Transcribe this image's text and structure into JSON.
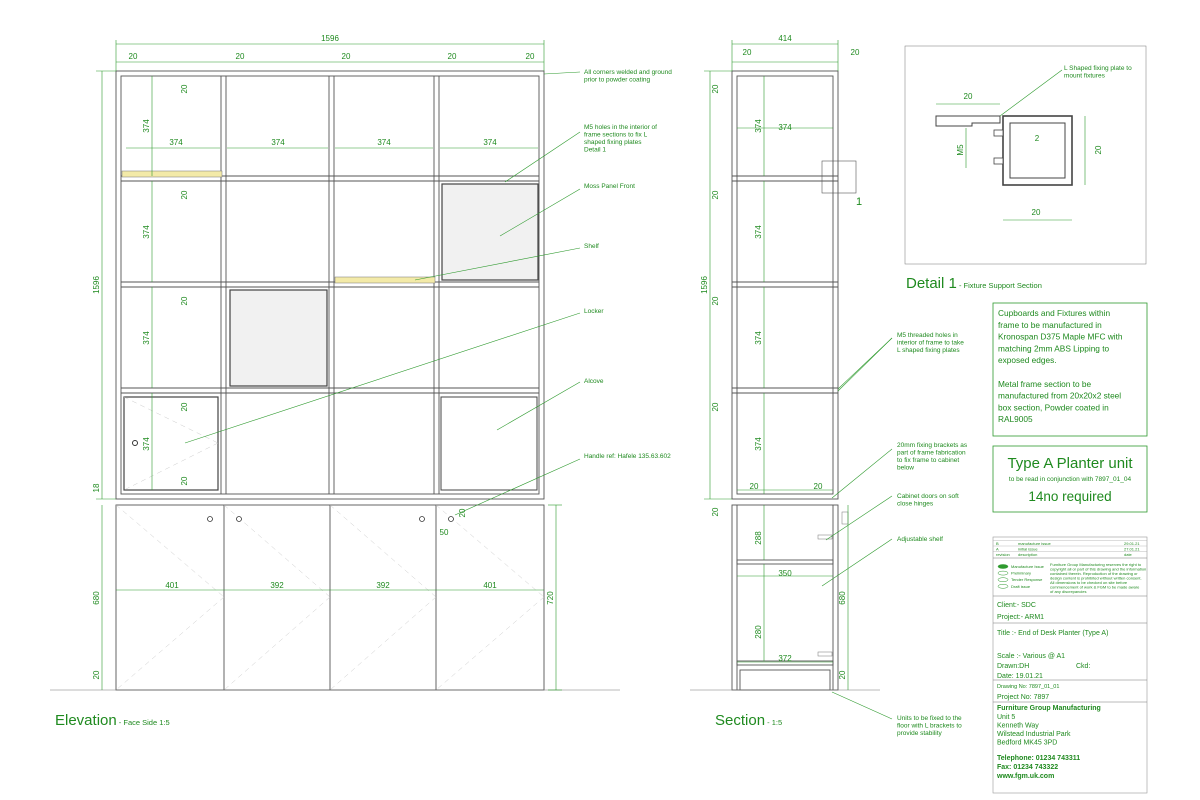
{
  "views": {
    "elevation_title": "Elevation",
    "elevation_scale": " - Face Side 1:5",
    "section_title": "Section",
    "section_scale": " - 1:5",
    "detail_title": "Detail 1",
    "detail_scale": " - Fixture Support Section",
    "detail_marker": "1"
  },
  "notes": {
    "welded": [
      "All corners welded and ground",
      "prior to powder coating"
    ],
    "m5_holes": [
      "M5 holes in the interior of",
      "frame sections to fix L",
      "shaped fixing plates",
      "Detail 1"
    ],
    "moss": [
      "Moss Panel Front"
    ],
    "shelf": [
      "Shelf"
    ],
    "locker": [
      "Locker"
    ],
    "alcove": [
      "Alcove"
    ],
    "handle": [
      "Handle ref: Hafele 135.63.602"
    ],
    "l_plate": [
      "L Shaped fixing plate to",
      "mount fixtures"
    ],
    "m5_threaded": [
      "M5 threaded holes in",
      "interior of frame to take",
      "L shaped fixing plates"
    ],
    "brackets": [
      "20mm fixing brackets as",
      "part of frame fabrication",
      "to fix frame to cabinet",
      "below"
    ],
    "doors": [
      "Cabinet doors on soft",
      "close hinges"
    ],
    "adjustable": [
      "Adjustable shelf"
    ],
    "floor": [
      "Units to be fixed to the",
      "floor with L brackets to",
      "provide stability"
    ]
  },
  "spec": {
    "lines": [
      "Cupboards and Fixtures within",
      "frame to be manufactured in",
      "Kronospan D375 Maple MFC with",
      "matching 2mm ABS Lipping to",
      "exposed edges.",
      "",
      "Metal frame section to be",
      "manufactured from 20x20x2 steel",
      "box section, Powder coated in",
      "RAL9005"
    ]
  },
  "unit": {
    "title": "Type A Planter unit",
    "conjunction": "to be read in conjunction with 7897_01_04",
    "qty": "14no required"
  },
  "revisions": [
    {
      "rev": "B",
      "desc": "manufacture issue",
      "date": "29.01.21"
    },
    {
      "rev": "A",
      "desc": "initial issue",
      "date": "27.01.21"
    },
    {
      "rev": "revision",
      "desc": "description",
      "date": "date"
    }
  ],
  "status": [
    "Manufacture Issue",
    "Preliminary",
    "Tender Response",
    "Draft issue"
  ],
  "disclaimer": [
    "Furniture Group Manufacturing reserves the right to",
    "copyright all or part of this drawing and the information",
    "contained therein. Reproduction of the drawing or",
    "design content is prohibited without written consent.",
    "All dimensions to be checked on site before",
    "commencement of work & FGM to be made aware",
    "of any discrepancies"
  ],
  "titleblock": {
    "client": "Client:- SDC",
    "project": "Project:-  ARM1",
    "title": "Title :- End of Desk Planter (Type A)",
    "scale": "Scale :- Various @ A1",
    "drawn": "Drawn:DH",
    "ckd": "Ckd:",
    "date": "Date: 19.01.21",
    "drawing_no": "Drawing No:  7897_01_01",
    "project_no": "Project No: 7897",
    "company": "Furniture Group Manufacturing",
    "address": [
      "Unit 5",
      "Kenneth Way",
      "Wilstead Industrial Park",
      "Bedford MK45 3PD"
    ],
    "telephone": "Telephone: 01234 743311",
    "fax": "Fax: 01234 743322",
    "web": "www.fgm.uk.com"
  },
  "dims": {
    "overall_w": "1596",
    "overall_h": "1596",
    "frame": "20",
    "bay": "374",
    "doors": [
      "401",
      "392",
      "392",
      "401"
    ],
    "base_h": "680",
    "cab_h": "720",
    "small": "18",
    "handle_gap": "50",
    "sec_w": "414",
    "door_upper": "288",
    "door_lower": "280",
    "shelf_a": "350",
    "shelf_b": "372",
    "detail_m5": "M5",
    "detail_2": "2"
  }
}
